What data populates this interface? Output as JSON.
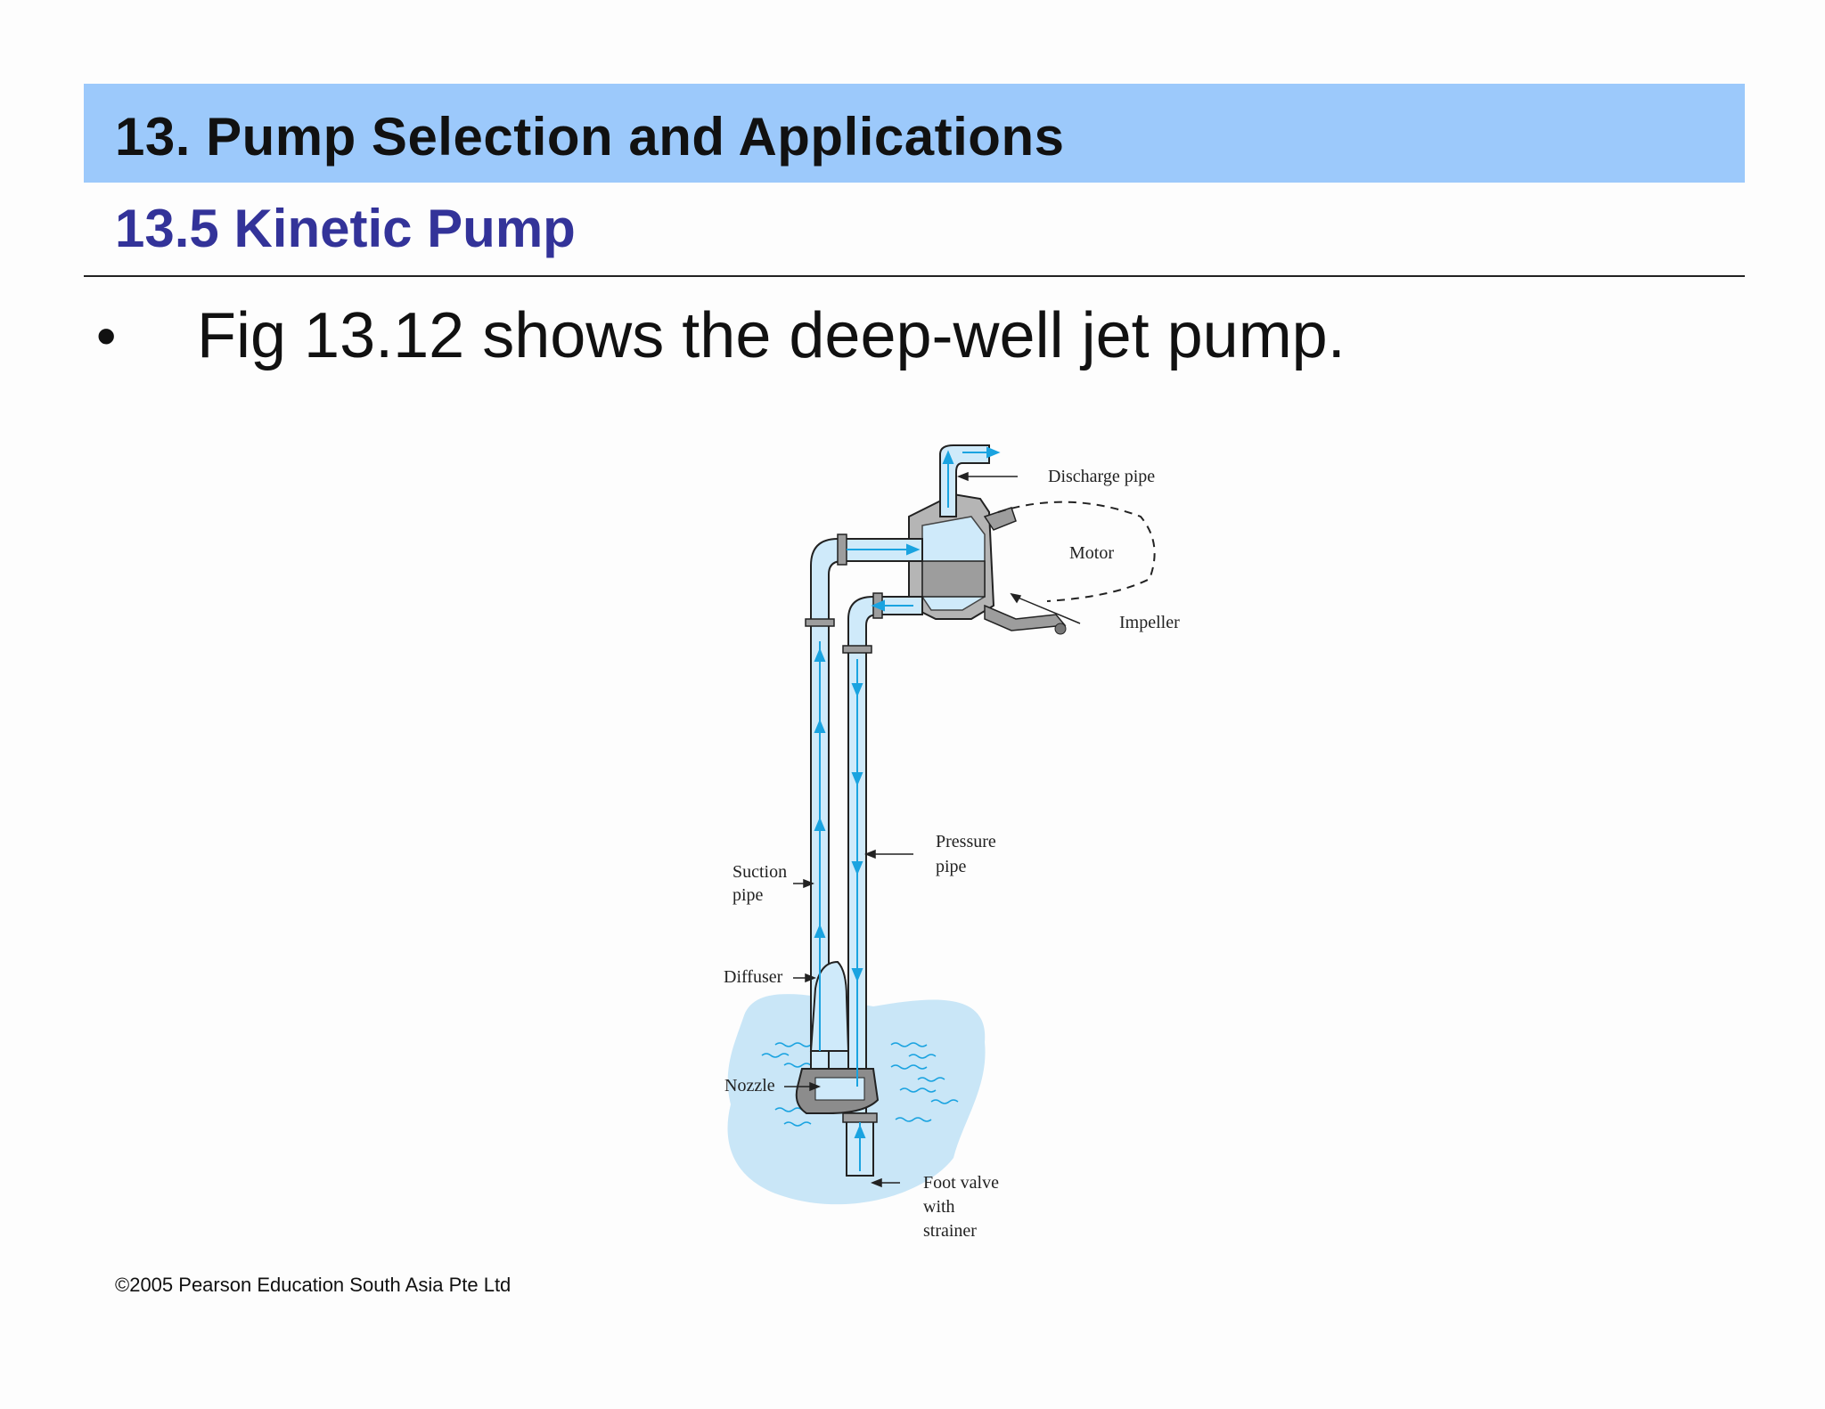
{
  "slide": {
    "chapter_title": "13. Pump Selection and Applications",
    "section_title": "13.5 Kinetic Pump",
    "bullet": "•",
    "bullet_text": "Fig 13.12 shows the deep-well jet pump.",
    "copyright": "©2005 Pearson Education South Asia Pte Ltd"
  },
  "figure": {
    "labels": {
      "discharge_pipe": "Discharge pipe",
      "motor": "Motor",
      "impeller": "Impeller",
      "pressure_pipe_line1": "Pressure",
      "pressure_pipe_line2": "pipe",
      "suction_pipe_line1": "Suction",
      "suction_pipe_line2": "pipe",
      "diffuser": "Diffuser",
      "nozzle": "Nozzle",
      "foot_valve_line1": "Foot valve",
      "foot_valve_line2": "with",
      "foot_valve_line3": "strainer"
    },
    "colors": {
      "water": "#c9e6f7",
      "pipe_fill": "#cfeafa",
      "flow_arrow": "#1aa3e0",
      "metal": "#8c8c8c",
      "outline": "#222222"
    }
  }
}
